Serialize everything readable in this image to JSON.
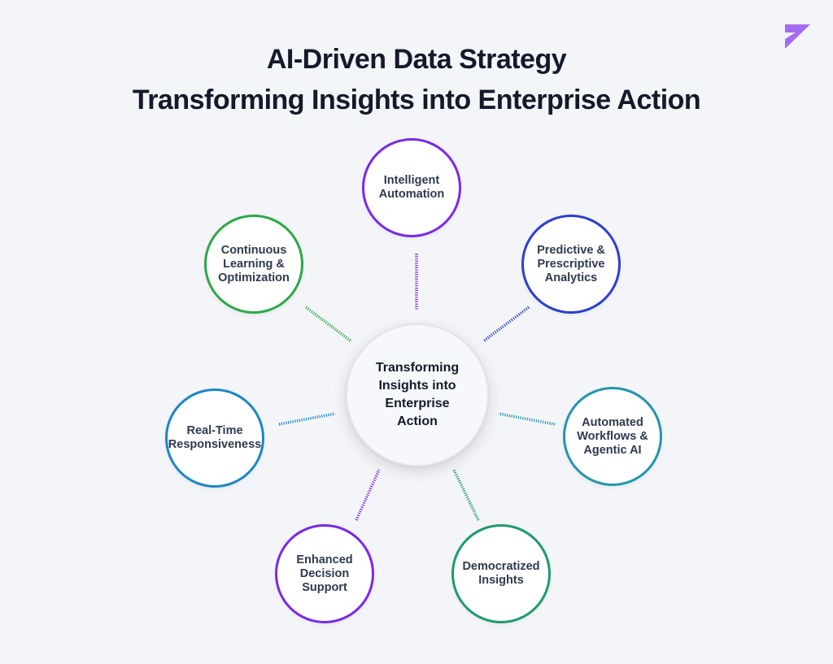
{
  "title": {
    "line1": "AI-Driven Data Strategy",
    "line2": "Transforming Insights into Enterprise Action"
  },
  "logo": {
    "icon": "brand-chevron-icon",
    "color": "#a46cf0"
  },
  "center": {
    "label": "Transforming\nInsights into\nEnterprise\nAction"
  },
  "nodes": [
    {
      "label": "Intelligent\nAutomation",
      "color": "#7a2ae6"
    },
    {
      "label": "Predictive &\nPrescriptive\nAnalytics",
      "color": "#2b3fcf"
    },
    {
      "label": "Automated\nWorkflows &\nAgentic AI",
      "color": "#2396ad"
    },
    {
      "label": "Democratized\nInsights",
      "color": "#1f9a6e"
    },
    {
      "label": "Enhanced\nDecision\nSupport",
      "color": "#7a2ae6"
    },
    {
      "label": "Real-Time\nResponsiveness",
      "color": "#1e86c4"
    },
    {
      "label": "Continuous\nLearning &\nOptimization",
      "color": "#2ea84a"
    }
  ]
}
